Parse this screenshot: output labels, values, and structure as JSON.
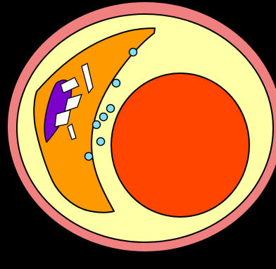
{
  "colors": {
    "background": "#000000",
    "outer_ring": "#F08080",
    "inner_field": "#FFFFA8",
    "left_mass": "#FF9900",
    "right_circle": "#FF4500",
    "purple_region": "#7B00CC",
    "white_fragments": "#FFFFFF",
    "small_circles": "#80E0FF",
    "outline": "#000000"
  },
  "icons": {
    "outer_ring": "outer-ring-shape",
    "inner_field": "inner-field-shape",
    "left_mass": "left-mass-shape",
    "right_circle": "right-circle-shape",
    "purple_region": "purple-region-shape",
    "fragments": "white-fragment-shapes",
    "small_circles": "small-circle-shapes"
  },
  "counts": {
    "small_circles": 7,
    "white_fragments": 5
  }
}
